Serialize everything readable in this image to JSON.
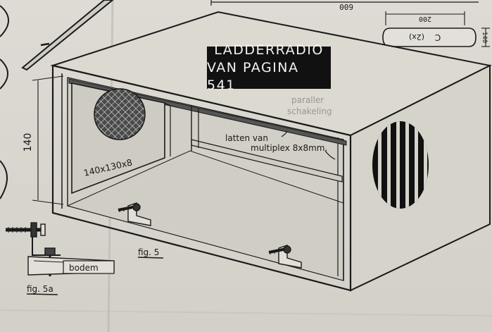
{
  "title": {
    "line1": "LADDERRADIO",
    "line2": "VAN PAGINA 541"
  },
  "dimensions": {
    "top_width": "600",
    "part_c_length": "200",
    "part_c_height": "140",
    "cabinet_height": "140",
    "panel_size": "140x130x8"
  },
  "part_c": {
    "label": "C",
    "quantity": "(2x)"
  },
  "annotations": {
    "laths_line1": "latten van",
    "laths_line2": "multiplex 8x8mm.",
    "bottom_label": "bodem",
    "partial_text_1": "paraller",
    "partial_text_2": "schakeling"
  },
  "figures": {
    "main": "fig. 5",
    "detail": "fig. 5a"
  },
  "colors": {
    "paper": "#d9d6cf",
    "ink": "#1a1a1a",
    "title_bg": "#111111",
    "title_text": "#f2f2f2"
  }
}
